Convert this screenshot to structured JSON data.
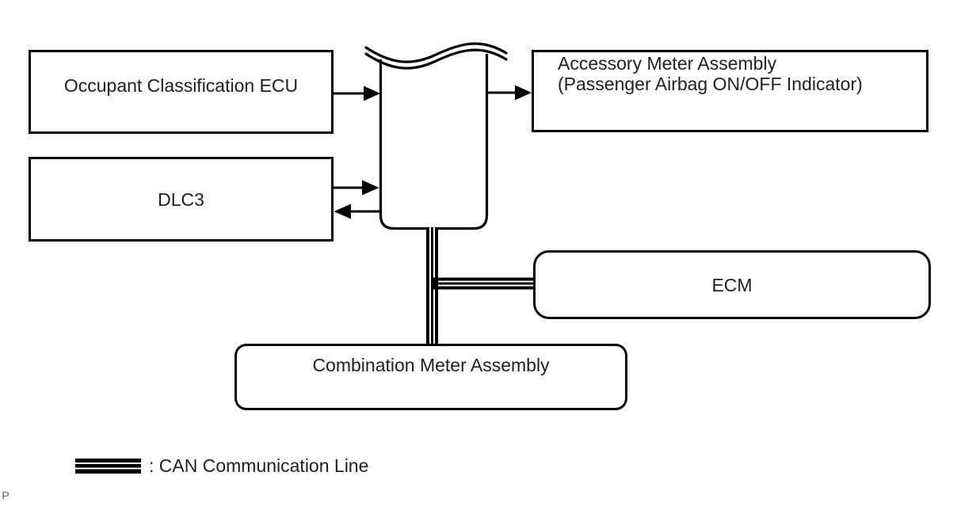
{
  "nodes": {
    "occupant_classification_ecu": {
      "label": "Occupant Classification ECU"
    },
    "dlc3": {
      "label": "DLC3"
    },
    "accessory_meter": {
      "label_line1": "Accessory Meter Assembly",
      "label_line2": "(Passenger Airbag ON/OFF Indicator)"
    },
    "ecm": {
      "label": "ECM"
    },
    "combination_meter": {
      "label": "Combination Meter Assembly"
    }
  },
  "legend": {
    "can_line_label": ": CAN Communication Line"
  },
  "page_marker": "P",
  "colors": {
    "line": "#000000",
    "text": "#1f1f1f",
    "background": "#ffffff",
    "page_marker_gray": "#6e6e6e"
  }
}
